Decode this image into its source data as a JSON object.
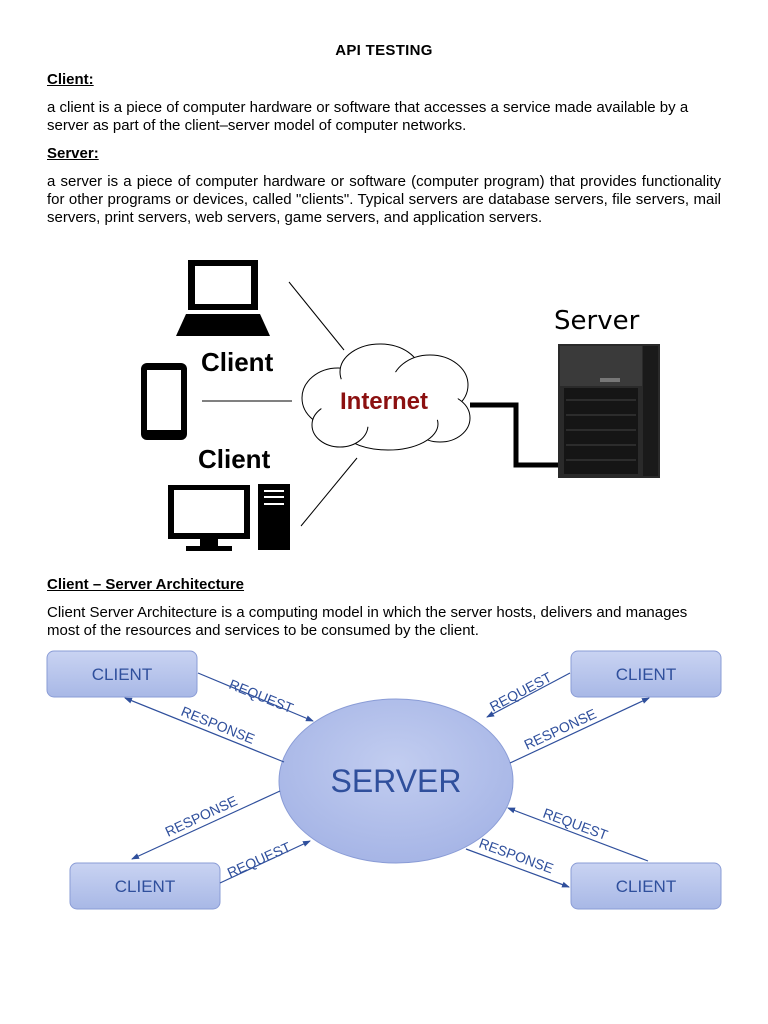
{
  "document": {
    "title": "API TESTING",
    "client_heading": "Client:",
    "client_text": "a client is a piece of computer hardware or software that accesses a service made available by a server as part of the client–server model of computer networks.",
    "server_heading": "Server:",
    "server_text": "a server is a piece of computer hardware or software (computer program) that provides functionality for other programs or devices, called \"clients\". Typical servers are database servers, file servers, mail servers, print servers, web servers, game servers, and application servers.",
    "arch_heading": "Client – Server Architecture",
    "arch_text": "Client Server Architecture is a computing model in which the server hosts, delivers and manages most of the resources and services to be consumed by the client."
  },
  "network_diagram": {
    "server_label": "Server",
    "client_label_top": "Client",
    "client_label_bottom": "Client",
    "internet_label": "Internet",
    "internet_color": "#8b1010"
  },
  "architecture_diagram": {
    "server_label": "SERVER",
    "client_top_left": "CLIENT",
    "client_top_right": "CLIENT",
    "client_bottom_left": "CLIENT",
    "client_bottom_right": "CLIENT",
    "request_label": "REQUEST",
    "response_label": "RESPONSE",
    "box_color": "#b5c3ec",
    "text_color": "#2f4f9c"
  }
}
